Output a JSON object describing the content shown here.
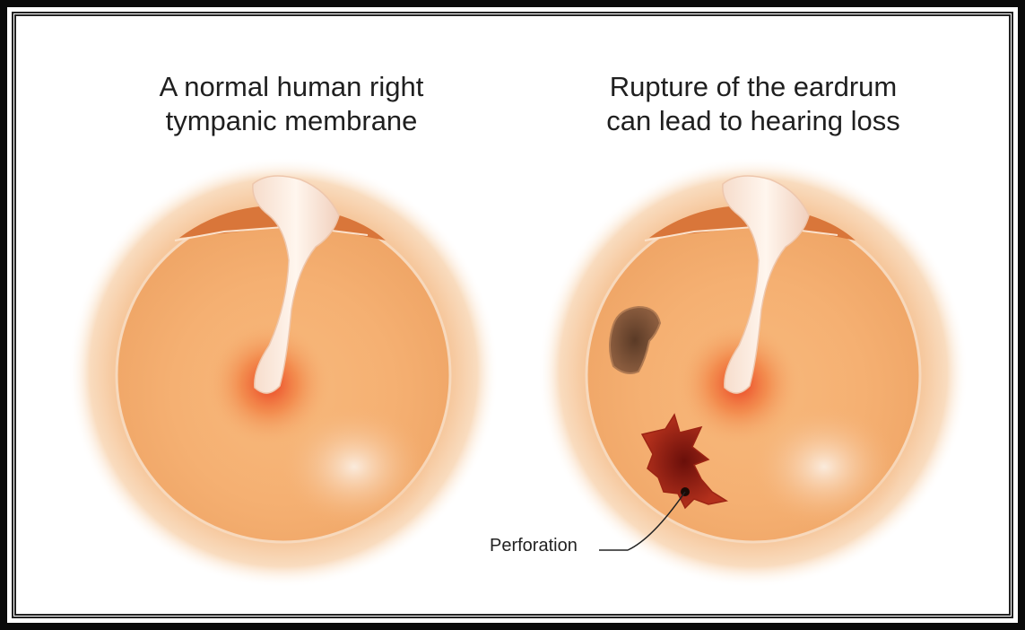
{
  "left_panel": {
    "caption": "A normal human right\ntympanic membrane"
  },
  "right_panel": {
    "caption": "Rupture of the eardrum\ncan lead to hearing loss",
    "perforation_label": "Perforation"
  }
}
